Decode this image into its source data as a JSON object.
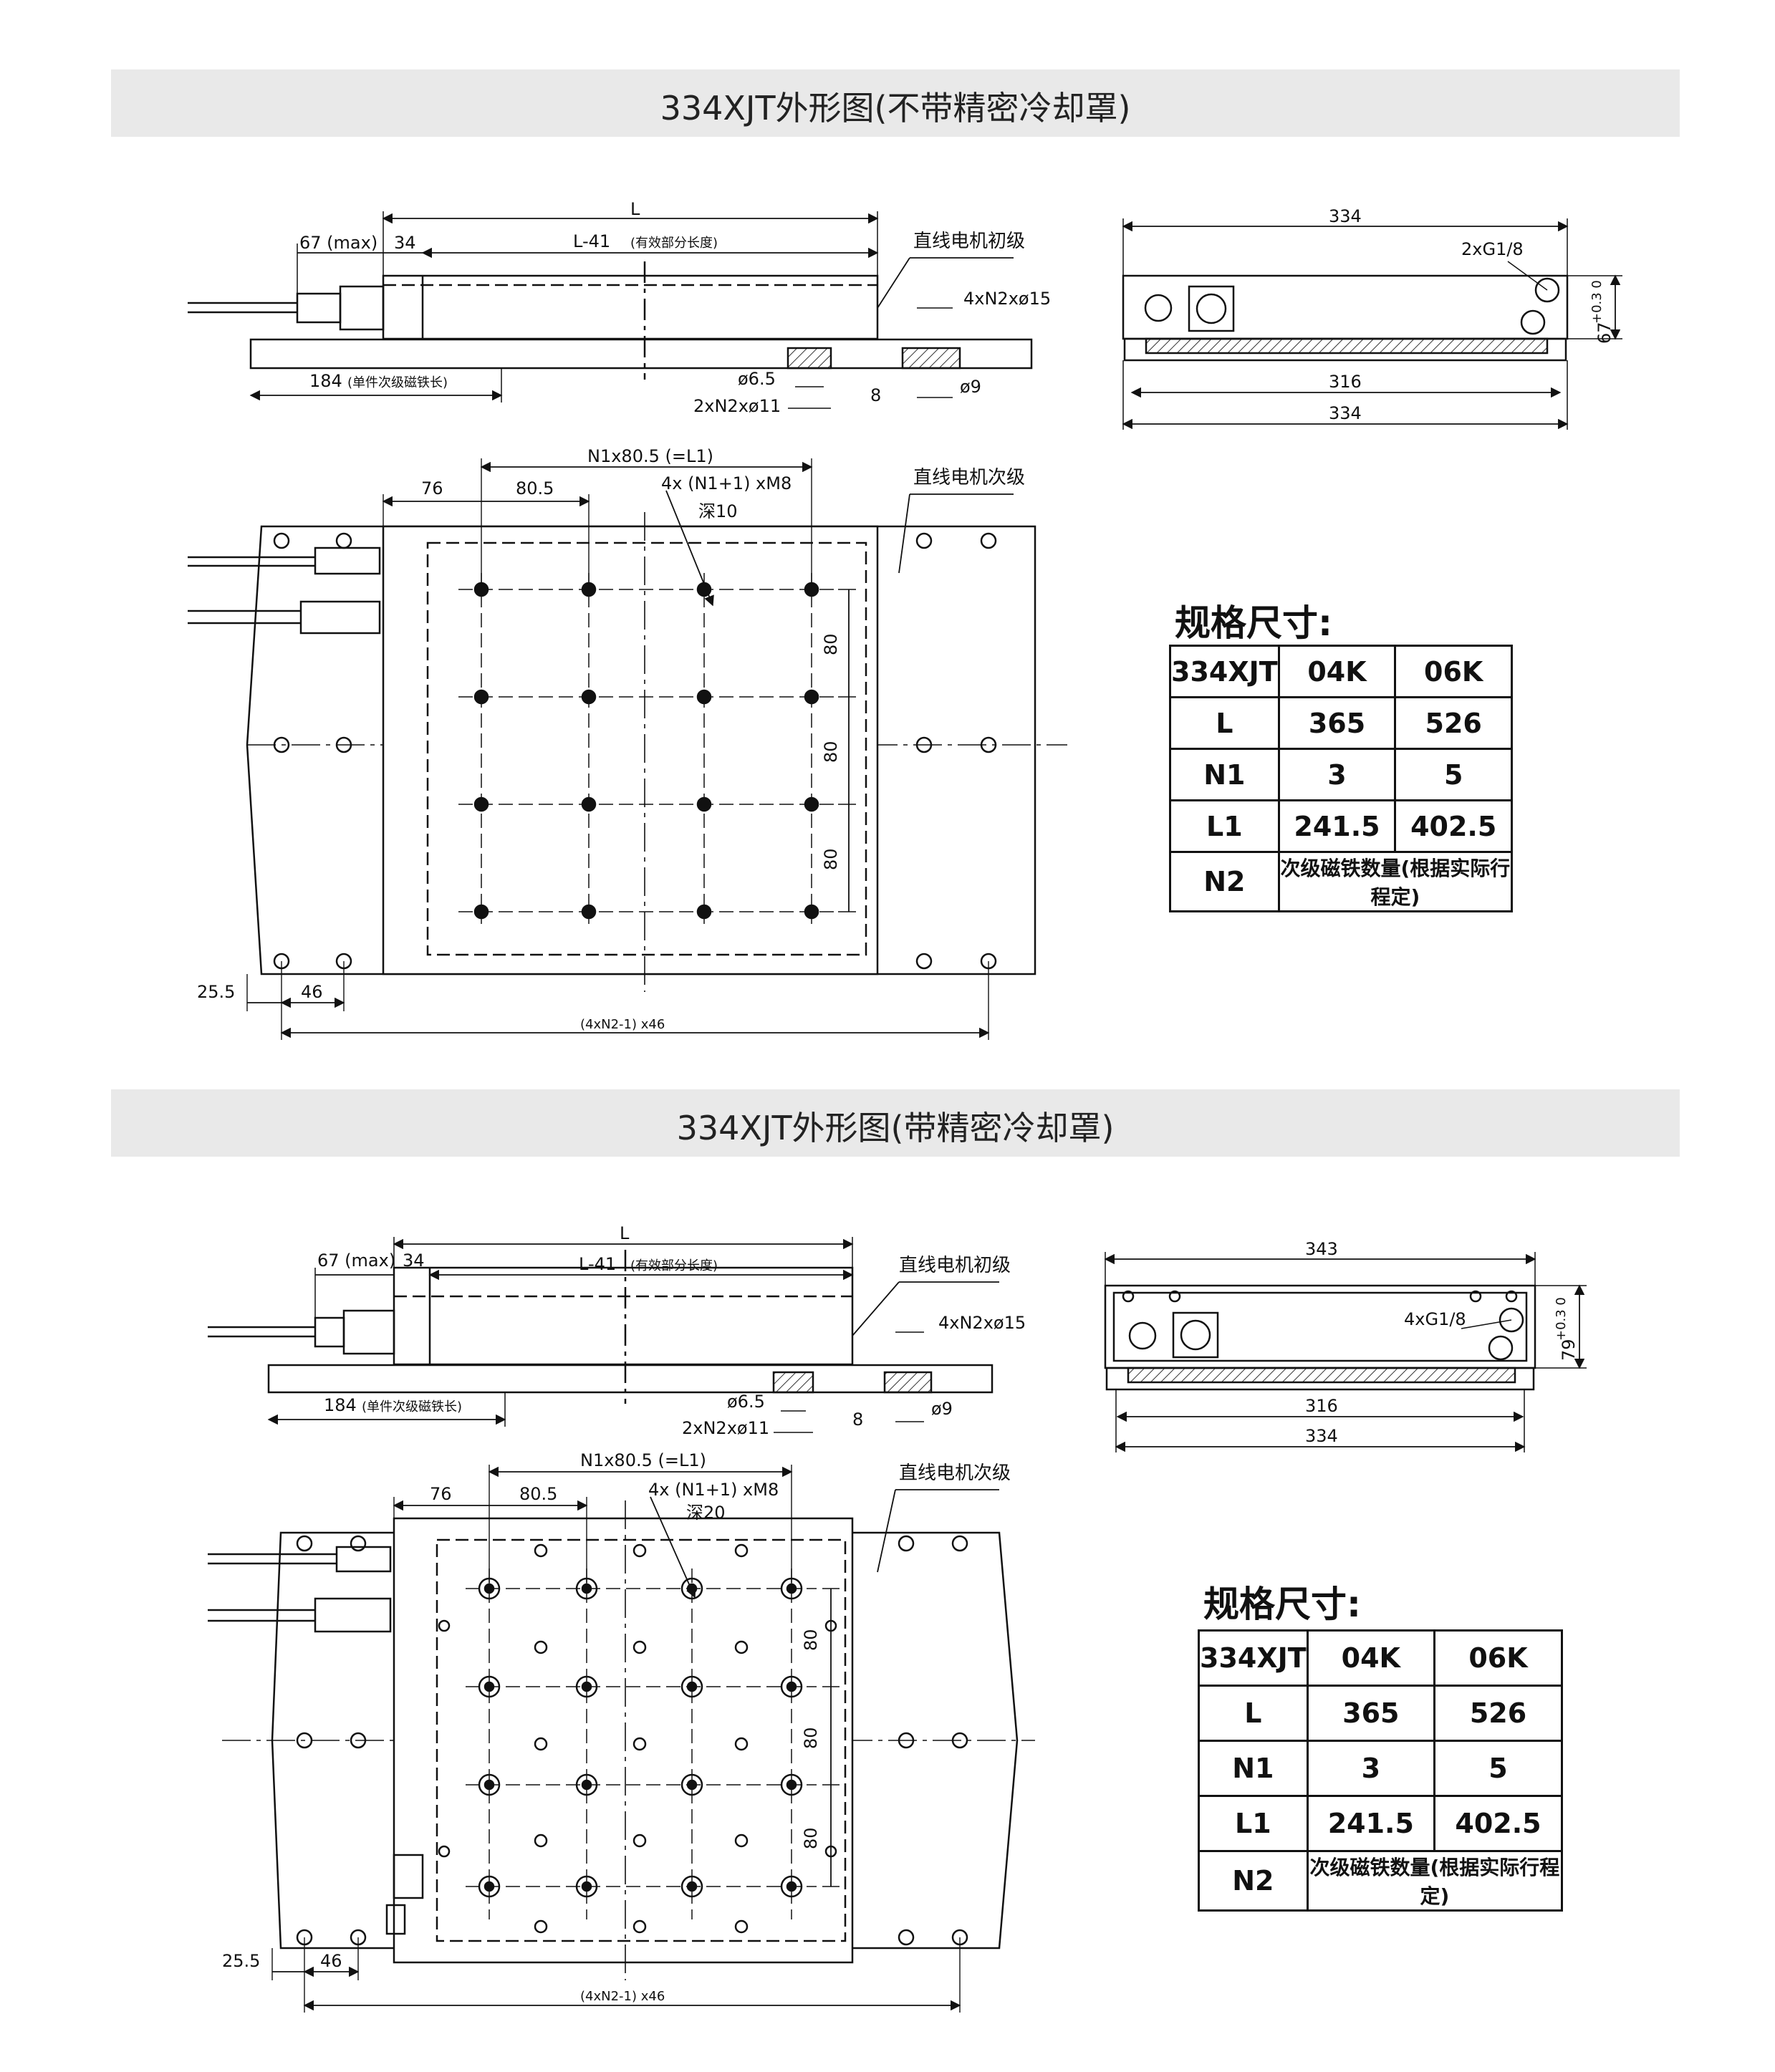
{
  "sections": [
    {
      "title": "334XJT外形图(不带精密冷却罩)",
      "side": {
        "dim_L": "L",
        "dim_L41": "L-41",
        "dim_L41_note": "(有效部分长度)",
        "dim_67max": "67 (max)",
        "dim_34": "34",
        "dim_184": "184",
        "dim_184_note": "(单件次级磁铁长)",
        "dim_65": "ø6.5",
        "dim_2xN2x11": "2xN2xø11",
        "dim_8": "8",
        "dim_9": "ø9",
        "dim_4xN2x15": "4xN2xø15",
        "primary_label": "直线电机初级"
      },
      "end": {
        "dim_top": "334",
        "dim_316": "316",
        "dim_bottom": "334",
        "dim_height": "67",
        "height_tol": "+0.3 0",
        "thread": "2xG1/8"
      },
      "top": {
        "dim_n1": "N1x80.5 (=L1)",
        "dim_76": "76",
        "dim_805": "80.5",
        "holes": "4x (N1+1) xM8",
        "depth": "深10",
        "dim_80a": "80",
        "dim_80b": "80",
        "dim_80c": "80",
        "dim_255": "25.5",
        "dim_46": "46",
        "dim_span": "(4xN2-1) x46",
        "secondary_label": "直线电机次级"
      },
      "spec": {
        "heading": "规格尺寸:",
        "rows": [
          [
            "334XJT",
            "04K",
            "06K"
          ],
          [
            "L",
            "365",
            "526"
          ],
          [
            "N1",
            "3",
            "5"
          ],
          [
            "L1",
            "241.5",
            "402.5"
          ]
        ],
        "n2_label": "N2",
        "n2_note": "次级磁铁数量(根据实际行程定)"
      }
    },
    {
      "title": "334XJT外形图(带精密冷却罩)",
      "side": {
        "dim_L": "L",
        "dim_L41": "L-41",
        "dim_L41_note": "(有效部分长度)",
        "dim_67max": "67 (max)",
        "dim_34": "34",
        "dim_184": "184",
        "dim_184_note": "(单件次级磁铁长)",
        "dim_65": "ø6.5",
        "dim_2xN2x11": "2xN2xø11",
        "dim_8": "8",
        "dim_9": "ø9",
        "dim_4xN2x15": "4xN2xø15",
        "primary_label": "直线电机初级"
      },
      "end": {
        "dim_top": "343",
        "dim_316": "316",
        "dim_bottom": "334",
        "dim_height": "79",
        "height_tol": "+0.3 0",
        "thread": "4xG1/8"
      },
      "top": {
        "dim_n1": "N1x80.5 (=L1)",
        "dim_76": "76",
        "dim_805": "80.5",
        "holes": "4x (N1+1) xM8",
        "depth": "深20",
        "dim_80a": "80",
        "dim_80b": "80",
        "dim_80c": "80",
        "dim_255": "25.5",
        "dim_46": "46",
        "dim_span": "(4xN2-1) x46",
        "secondary_label": "直线电机次级"
      },
      "spec": {
        "heading": "规格尺寸:",
        "rows": [
          [
            "334XJT",
            "04K",
            "06K"
          ],
          [
            "L",
            "365",
            "526"
          ],
          [
            "N1",
            "3",
            "5"
          ],
          [
            "L1",
            "241.5",
            "402.5"
          ]
        ],
        "n2_label": "N2",
        "n2_note": "次级磁铁数量(根据实际行程定)"
      }
    }
  ]
}
